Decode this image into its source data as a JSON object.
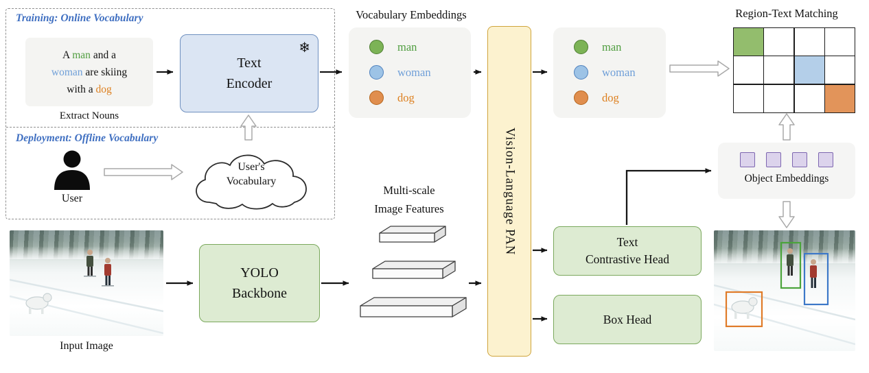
{
  "labels": {
    "training": "Training: Online Vocabulary",
    "deployment": "Deployment: Offline Vocabulary",
    "extract_nouns": "Extract Nouns",
    "vocabulary_embeddings": "Vocabulary Embeddings",
    "region_text_matching": "Region-Text Matching",
    "object_embeddings": "Object Embeddings",
    "multiscale_line1": "Multi-scale",
    "multiscale_line2": "Image Features",
    "input_image": "Input Image",
    "user": "User",
    "cloud_line1": "User's",
    "cloud_line2": "Vocabulary",
    "pan": "Vision-Language PAN",
    "text_encoder_line1": "Text",
    "text_encoder_line2": "Encoder",
    "snowflake": "❄",
    "yolo_line1": "YOLO",
    "yolo_line2": "Backbone",
    "tch_line1": "Text",
    "tch_line2": "Contrastive Head",
    "box_head": "Box Head"
  },
  "sentence": {
    "p1": "A",
    "noun1": "man",
    "p2": "and a",
    "noun2": "woman",
    "p3": "are skiing",
    "p4": "with a",
    "noun3": "dog"
  },
  "colors": {
    "section_heading": "#3f6fc1",
    "man": "#4f9d3f",
    "woman": "#6f9fd8",
    "dog": "#dd7f1e",
    "bbox_man": "#4aa43a",
    "bbox_woman": "#3c78c8",
    "bbox_dog": "#e07b28"
  },
  "vocabulary": {
    "items": [
      {
        "label": "man",
        "fill": "#7cb356",
        "border": "#4e7e33",
        "text": "#4f9d3f"
      },
      {
        "label": "woman",
        "fill": "#9dc3e6",
        "border": "#4f81bd",
        "text": "#6f9fd8"
      },
      {
        "label": "dog",
        "fill": "#e08e4e",
        "border": "#b5651d",
        "text": "#dd7f1e"
      }
    ]
  },
  "grid": {
    "rows": 3,
    "cols": 4,
    "highlighted": [
      {
        "row": 0,
        "col": 0,
        "color": "#93bd6d"
      },
      {
        "row": 1,
        "col": 2,
        "color": "#b4cfe9"
      },
      {
        "row": 2,
        "col": 3,
        "color": "#e2945a"
      }
    ]
  },
  "object_embeddings": {
    "count": 4
  }
}
